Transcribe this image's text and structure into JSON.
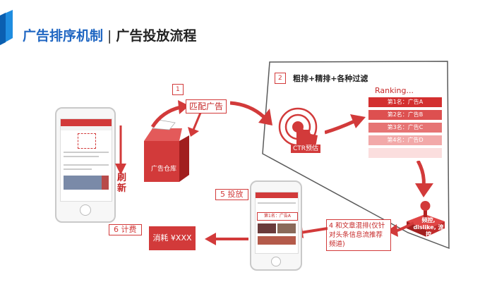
{
  "header": {
    "title_main": "广告排序机制",
    "title_sep": "|",
    "title_sub": "广告投放流程"
  },
  "step1": {
    "num": "1",
    "label": "匹配广告"
  },
  "warehouse": {
    "label": "广告仓库"
  },
  "refresh": {
    "label": "刷新"
  },
  "step2": {
    "num": "2",
    "label": "粗排+精排+各种过滤"
  },
  "ctr": {
    "label": "CTR预估"
  },
  "ranking": {
    "heading": "Ranking...",
    "items": [
      "第1名：广告A",
      "第2名：广告B",
      "第3名：广告C",
      "第4名：广告D",
      ""
    ]
  },
  "control": {
    "label": "频控, dislike, 流控"
  },
  "step4": {
    "label": "4 和文章混排(仅针对头条信息流推荐频道)"
  },
  "step5": {
    "num": "5",
    "label": "投放"
  },
  "phone2": {
    "ad_slot": "第1名：广告A"
  },
  "step6": {
    "num": "6",
    "label": "计费"
  },
  "consume": {
    "label": "消耗 ¥XXX"
  },
  "colors": {
    "accent": "#d23a3a",
    "title_blue": "#1f66c2"
  }
}
